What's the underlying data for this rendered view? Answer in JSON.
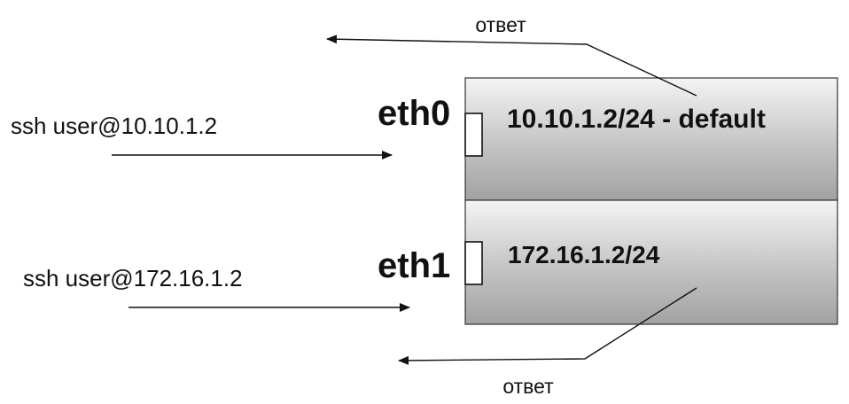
{
  "diagram": {
    "top_reply": "ответ",
    "bottom_reply": "ответ",
    "ssh_eth0": "ssh user@10.10.1.2",
    "ssh_eth1": "ssh user@172.16.1.2",
    "iface_eth0": "eth0",
    "iface_eth1": "eth1",
    "addr_eth0": "10.10.1.2/24 - default",
    "addr_eth1": "172.16.1.2/24"
  }
}
